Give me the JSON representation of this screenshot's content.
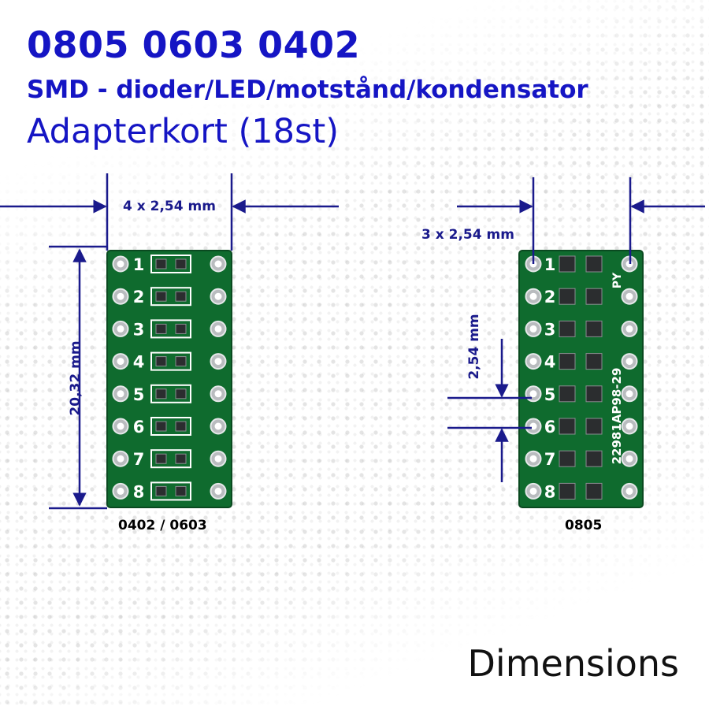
{
  "titles": {
    "line1": "0805 0603 0402",
    "line2": "SMD - dioder/LED/motstånd/kondensator",
    "line3": "Adapterkort (18st)"
  },
  "dimensions": {
    "width_4": "4 x 2,54 mm",
    "width_3": "3 x 2,54 mm",
    "height": "20,32 mm",
    "pitch": "2,54 mm"
  },
  "boards": {
    "left": {
      "label": "0402 / 0603",
      "row_numbers": [
        "1",
        "2",
        "3",
        "4",
        "5",
        "6",
        "7",
        "8"
      ]
    },
    "right": {
      "label": "0805",
      "row_numbers": [
        "1",
        "2",
        "3",
        "4",
        "5",
        "6",
        "7",
        "8"
      ],
      "silkscreen_code": "22981AP98-29",
      "silkscreen_mark": "PY"
    }
  },
  "footer": "Dimensions",
  "colors": {
    "title_blue": "#1515c4",
    "dimension_blue": "#1a1a8c",
    "pcb_green": "#0f6b2e",
    "silkscreen": "#ffffff",
    "pad_silver": "#b9bcbf"
  }
}
